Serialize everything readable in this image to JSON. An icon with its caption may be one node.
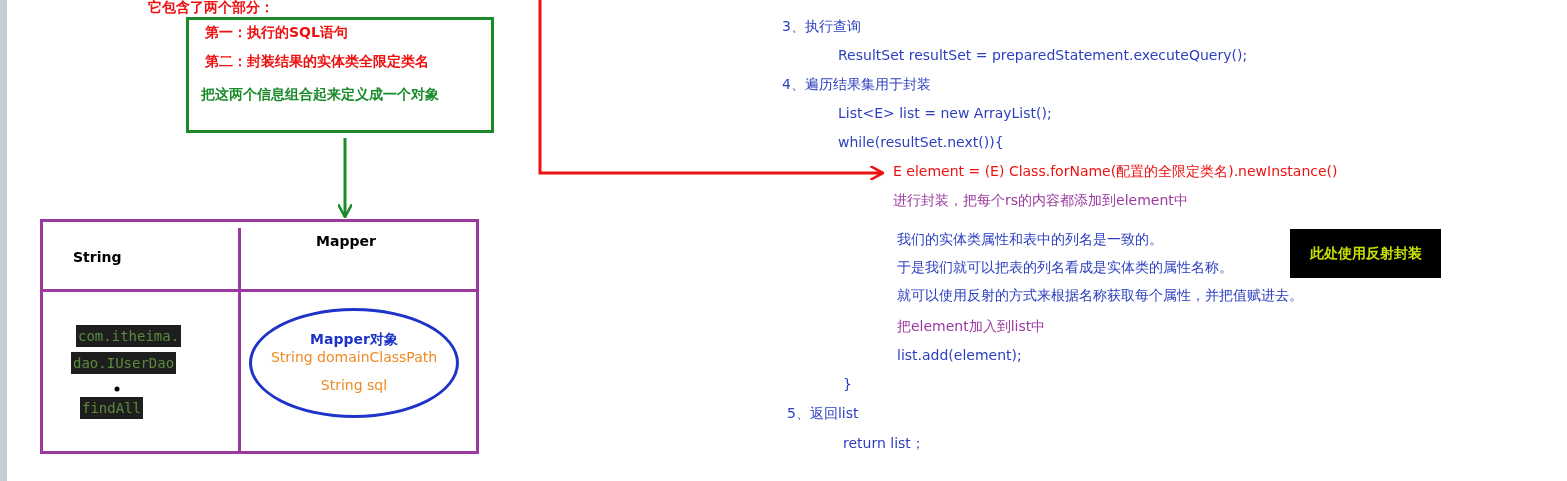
{
  "diagram": {
    "nodes": [
      {
        "text": [
          "它包含了两个部分：",
          "第一：执行的SQL语句",
          "第二：封装结果的实体类全限定类名",
          "把这两个信息组合起来定义成一个对象"
        ]
      },
      {
        "text": [
          "String",
          "Mapper",
          "com.itheima.",
          "dao.IUserDao",
          "findAll"
        ]
      },
      {
        "text": [
          "Mapper对象",
          "String domainClassPath",
          "String sql"
        ],
        "in": 1
      },
      {
        "text": [
          "E element =  (E) Class.forName(配置的全限定类名).newInstance()"
        ]
      },
      {
        "text": [
          "此处使用反射封装"
        ]
      }
    ],
    "edges": [
      {
        "from": 0,
        "to": 1,
        "arrow": "to",
        "color": "#1a8a2a"
      },
      {
        "from": null,
        "to": 3,
        "arrow": "to",
        "color": "#ee1111"
      }
    ],
    "labels": [
      "3、执行查询",
      "ResultSet resultSet = preparedStatement.executeQuery();",
      "4、遍历结果集用于封装",
      "List<E> list = new ArrayList();",
      "while(resultSet.next()){",
      "进行封装，把每个rs的内容都添加到element中",
      "我们的实体类属性和表中的列名是一致的。",
      "于是我们就可以把表的列名看成是实体类的属性名称。",
      "就可以使用反射的方式来根据名称获取每个属性，并把值赋进去。",
      "把element加入到list中",
      "list.add(element);",
      "}",
      "5、返回list",
      "return list；"
    ]
  }
}
